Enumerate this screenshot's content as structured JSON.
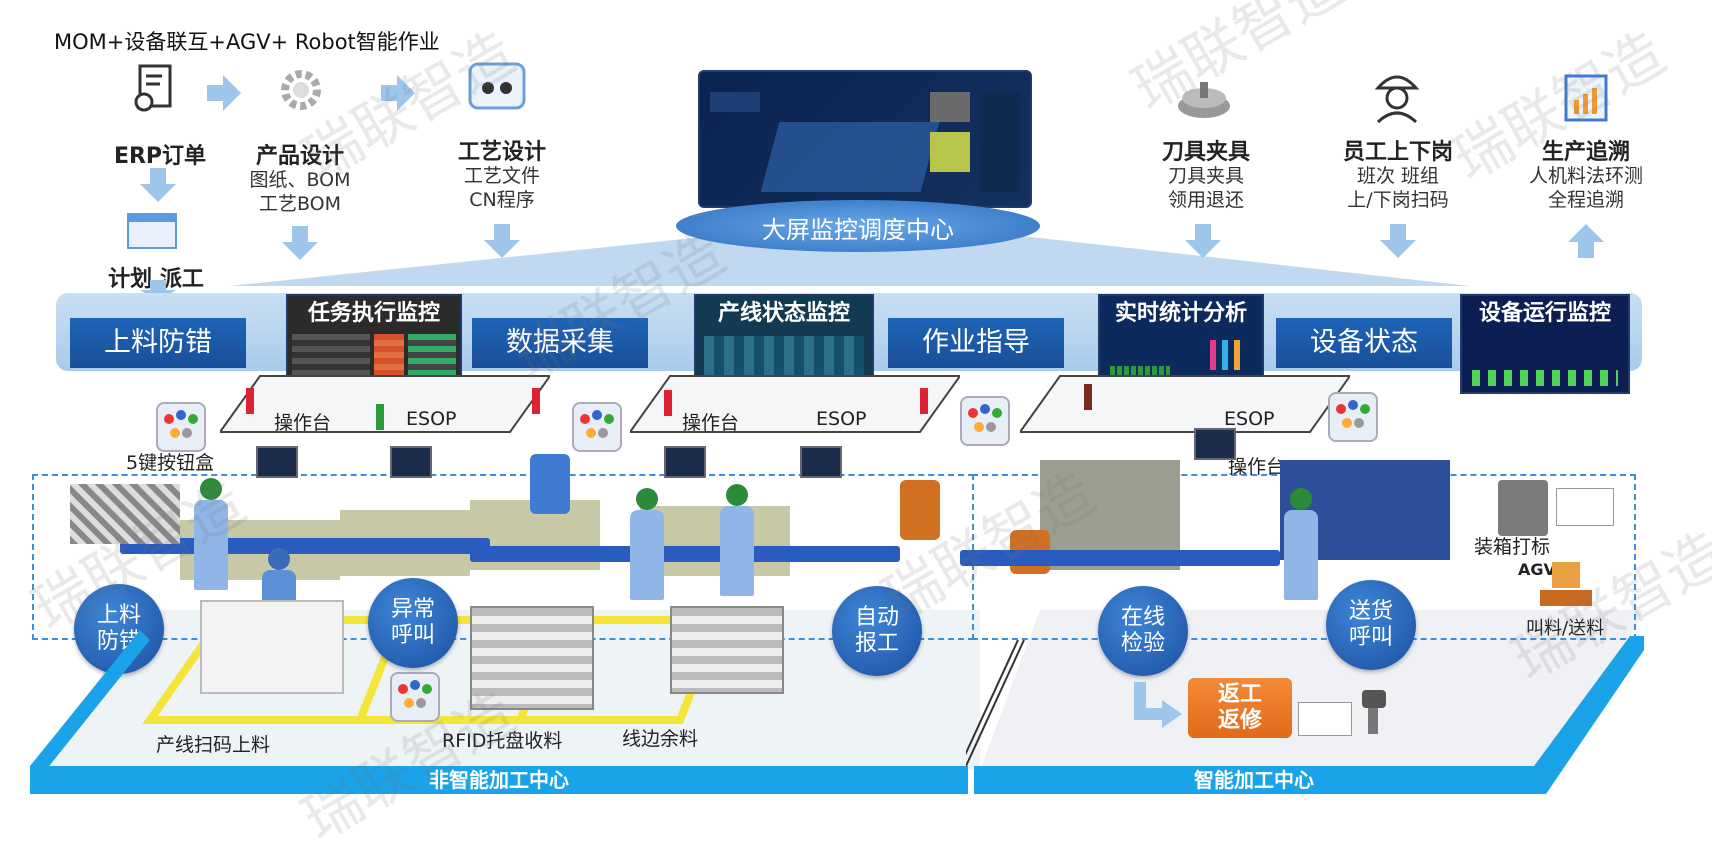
{
  "title": "MOM+设备联互+AGV+ Robot智能作业",
  "flow": {
    "erp": {
      "title": "ERP订单"
    },
    "product_design": {
      "title": "产品设计",
      "sub1": "图纸、BOM",
      "sub2": "工艺BOM"
    },
    "process_design": {
      "title": "工艺设计",
      "sub1": "工艺文件",
      "sub2": "CN程序"
    },
    "plan": {
      "title": "计划 派工"
    },
    "tooling": {
      "title": "刀具夹具",
      "sub1": "刀具夹具",
      "sub2": "领用退还"
    },
    "staff": {
      "title": "员工上下岗",
      "sub1": "班次 班组",
      "sub2": "上/下岗扫码"
    },
    "trace": {
      "title": "生产追溯",
      "sub1": "人机料法环测",
      "sub2": "全程追溯"
    }
  },
  "monitor_center": {
    "label": "大屏监控调度中心"
  },
  "band": {
    "items": [
      "上料防错",
      "数据采集",
      "作业指导",
      "设备状态"
    ]
  },
  "panels": {
    "task": "任务执行监控",
    "line": "产线状态监控",
    "stats": "实时统计分析",
    "equipment": "设备运行监控"
  },
  "stations": {
    "op1": "操作台",
    "esop1": "ESOP",
    "op2": "操作台",
    "esop2": "ESOP",
    "esop3": "ESOP",
    "op3": "操作台",
    "button_box": "5键按钮盒",
    "packing": "装箱打标",
    "agv": "AGV",
    "call_material": "叫料/送料",
    "scan_load": "产线扫码上料",
    "rfid": "RFID托盘收料",
    "line_side": "线边余料"
  },
  "circles": {
    "c1": "上料\n防错",
    "c2": "异常\n呼叫",
    "c3": "自动\n报工",
    "c4": "在线\n检验",
    "c5": "送货\n呼叫"
  },
  "rework": "返工\n返修",
  "bottom": {
    "left": "非智能加工中心",
    "right": "智能加工中心"
  },
  "watermark": "瑞联智造",
  "colors": {
    "band_blue": "#1e64b8",
    "bottom_bar": "#1aa3e8",
    "circle": "#1b4fa2",
    "rework": "#e06a1a"
  }
}
